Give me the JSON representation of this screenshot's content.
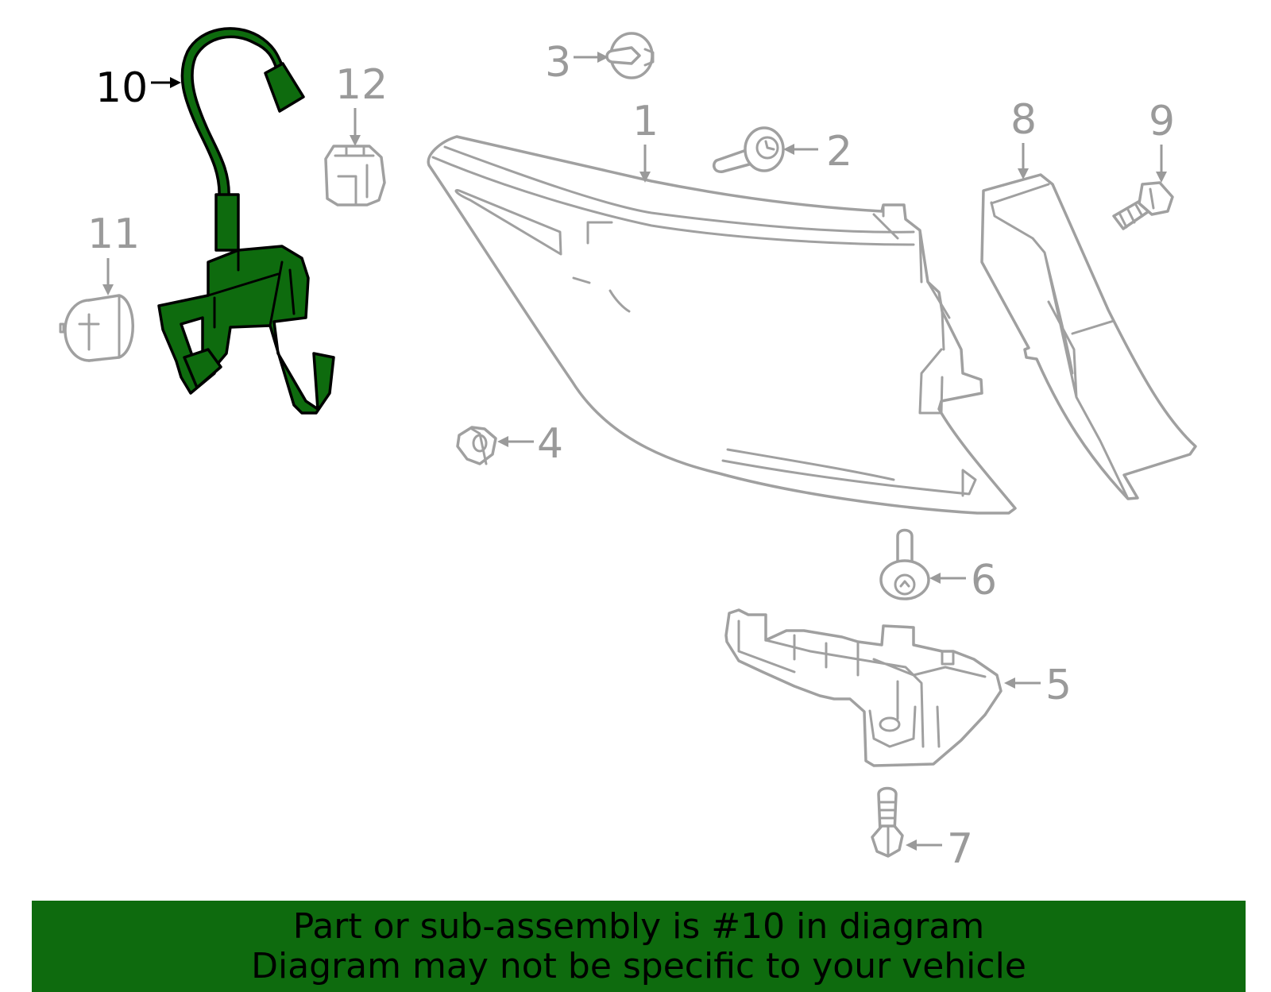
{
  "callouts": {
    "c1": "1",
    "c2": "2",
    "c3": "3",
    "c4": "4",
    "c5": "5",
    "c6": "6",
    "c7": "7",
    "c8": "8",
    "c9": "9",
    "c10": "10",
    "c11": "11",
    "c12": "12"
  },
  "highlighted_part": "10",
  "colors": {
    "highlight": "#0e6b0e",
    "part_outline": "#a0a0a0",
    "banner": "#0e6b0e"
  },
  "banner": {
    "line1": "Part or sub-assembly is #10 in diagram",
    "line2": "Diagram may not be specific to your vehicle"
  }
}
